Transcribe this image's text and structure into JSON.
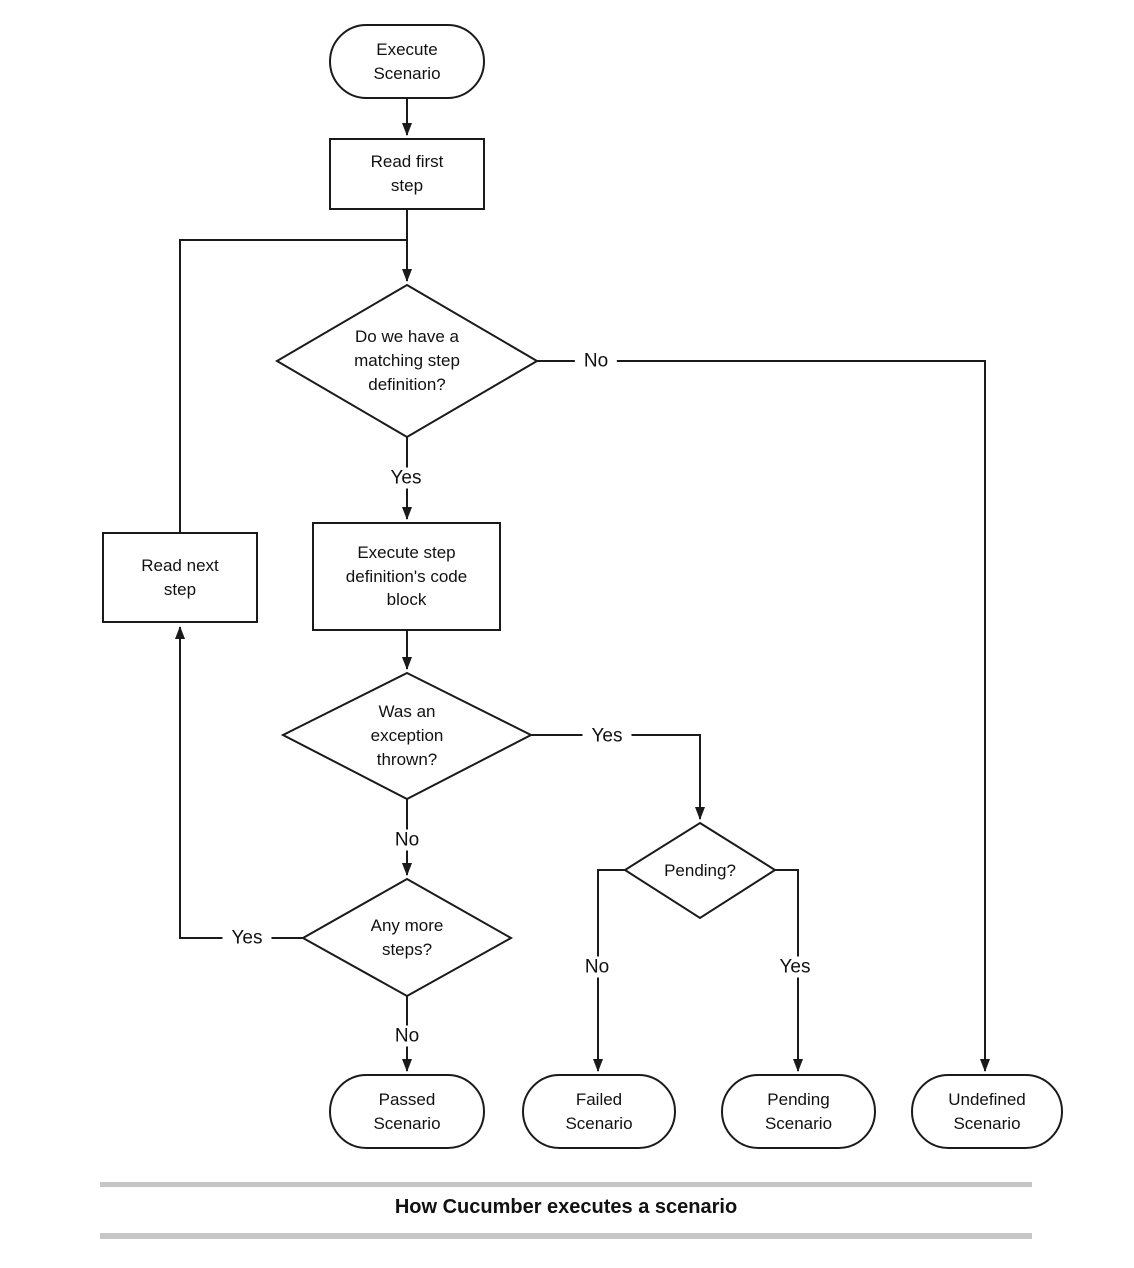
{
  "diagram": {
    "caption": "How Cucumber executes a scenario",
    "nodes": {
      "execute_scenario": "Execute\nScenario",
      "read_first_step": "Read first\nstep",
      "matching_decision": "Do we have a\nmatching step\ndefinition?",
      "execute_step": "Execute step\ndefinition's code\nblock",
      "read_next_step": "Read next\nstep",
      "exception_decision": "Was an\nexception\nthrown?",
      "pending_decision": "Pending?",
      "any_more_decision": "Any more\nsteps?",
      "passed_scenario": "Passed\nScenario",
      "failed_scenario": "Failed\nScenario",
      "pending_scenario": "Pending\nScenario",
      "undefined_scenario": "Undefined\nScenario"
    },
    "edge_labels": {
      "matching_no": "No",
      "matching_yes": "Yes",
      "exception_yes": "Yes",
      "exception_no": "No",
      "any_more_yes": "Yes",
      "any_more_no": "No",
      "pending_no": "No",
      "pending_yes": "Yes"
    },
    "colors": {
      "line": "#1a1a1a",
      "caption_rule": "#c6c6c6"
    }
  }
}
